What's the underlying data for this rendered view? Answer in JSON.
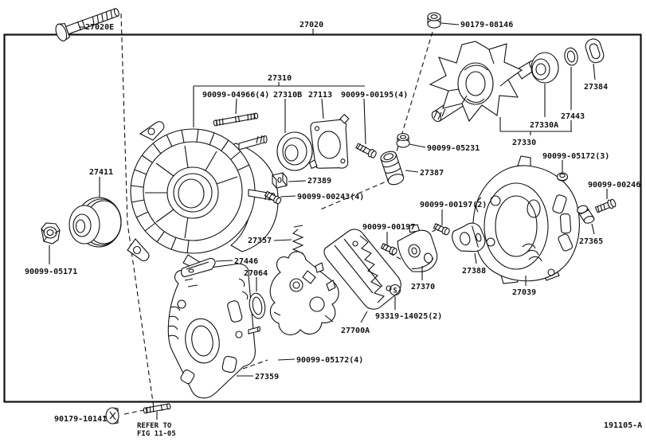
{
  "figure": {
    "code": "191105-A",
    "refer_note": [
      "REFER TO",
      "FIG 11-05"
    ],
    "accent_color": "#111111",
    "background_color": "#ffffff"
  },
  "labels": [
    {
      "id": "27020E",
      "text": "27020E"
    },
    {
      "id": "27020",
      "text": "27020"
    },
    {
      "id": "90179-08146",
      "text": "90179-08146"
    },
    {
      "id": "27310",
      "text": "27310"
    },
    {
      "id": "90099-04966",
      "text": "90099-04966(4)"
    },
    {
      "id": "27310B",
      "text": "27310B"
    },
    {
      "id": "27113",
      "text": "27113"
    },
    {
      "id": "90099-00195",
      "text": "90099-00195(4)"
    },
    {
      "id": "27384",
      "text": "27384"
    },
    {
      "id": "27443",
      "text": "27443"
    },
    {
      "id": "27330A",
      "text": "27330A"
    },
    {
      "id": "27330",
      "text": "27330"
    },
    {
      "id": "90099-05172-3",
      "text": "90099-05172(3)"
    },
    {
      "id": "90099-00246",
      "text": "90099-00246"
    },
    {
      "id": "27365",
      "text": "27365"
    },
    {
      "id": "27411",
      "text": "27411"
    },
    {
      "id": "90099-05171",
      "text": "90099-05171"
    },
    {
      "id": "90099-05231",
      "text": "90099-05231"
    },
    {
      "id": "27387",
      "text": "27387"
    },
    {
      "id": "27389",
      "text": "27389"
    },
    {
      "id": "90099-00243",
      "text": "90099-00243(4)"
    },
    {
      "id": "90099-00197-2",
      "text": "90099-00197(2)"
    },
    {
      "id": "90099-00197",
      "text": "90099-00197"
    },
    {
      "id": "27357",
      "text": "27357"
    },
    {
      "id": "27446",
      "text": "27446"
    },
    {
      "id": "27064",
      "text": "27064"
    },
    {
      "id": "27370",
      "text": "27370"
    },
    {
      "id": "27388",
      "text": "27388"
    },
    {
      "id": "27039",
      "text": "27039"
    },
    {
      "id": "93319-14025",
      "text": "93319-14025(2)"
    },
    {
      "id": "27700A",
      "text": "27700A"
    },
    {
      "id": "90099-05172-4",
      "text": "90099-05172(4)"
    },
    {
      "id": "27359",
      "text": "27359"
    },
    {
      "id": "90179-10141",
      "text": "90179-10141"
    },
    {
      "id": "s-marker",
      "text": "S"
    }
  ]
}
